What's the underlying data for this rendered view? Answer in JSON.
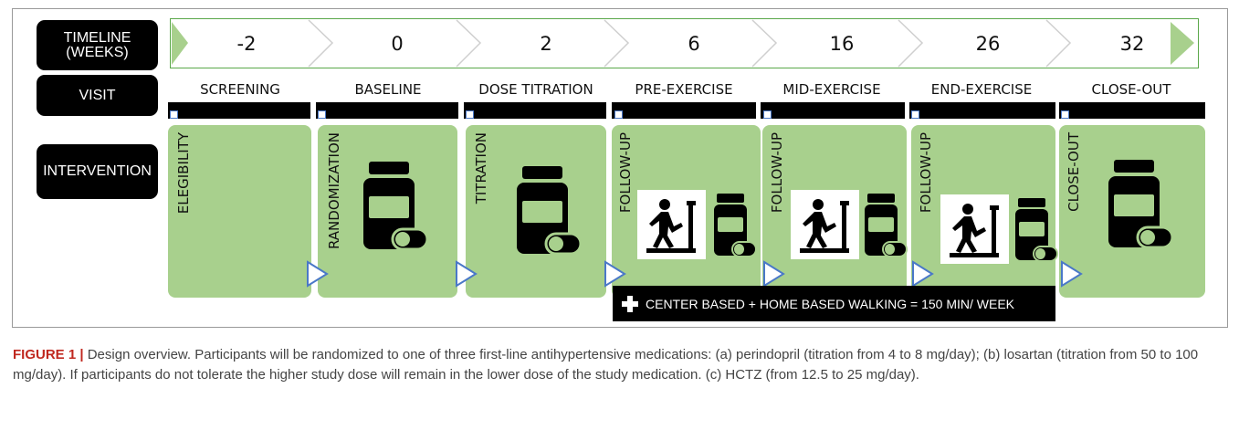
{
  "labels": {
    "timeline": "TIMELINE\n(WEEKS)",
    "visit": "VISIT",
    "intervention": "INTERVENTION"
  },
  "weeks": [
    "-2",
    "0",
    "2",
    "6",
    "16",
    "26",
    "32"
  ],
  "visits": [
    "SCREENING",
    "BASELINE",
    "DOSE TITRATION",
    "PRE-EXERCISE",
    "MID-EXERCISE",
    "END-EXERCISE",
    "CLOSE-OUT"
  ],
  "interventions": [
    "ELEGIBILITY",
    "RANDOMIZATION",
    "TITRATION",
    "FOLLOW-UP",
    "FOLLOW-UP",
    "FOLLOW-UP",
    "CLOSE-OUT"
  ],
  "walking": "CENTER BASED + HOME BASED WALKING = 150 MIN/ WEEK",
  "caption": {
    "figure_label": "FIGURE 1 |",
    "text": " Design overview. Participants will be randomized to one of three first-line antihypertensive medications: (a) perindopril (titration from 4 to 8 mg/day); (b) losartan (titration from 50 to 100 mg/day). If participants do not tolerate the higher study dose will remain in the lower dose of the study medication. (c) HCTZ (from 12.5 to 25 mg/day)."
  },
  "colors": {
    "box_green": "#a8d08d",
    "timeline_border": "#5aa84a",
    "arrow_blue": "#4a78c8",
    "figure_red": "#c0281f"
  },
  "icons": [
    "medication-bottle-pill-icon",
    "treadmill-walking-icon"
  ]
}
